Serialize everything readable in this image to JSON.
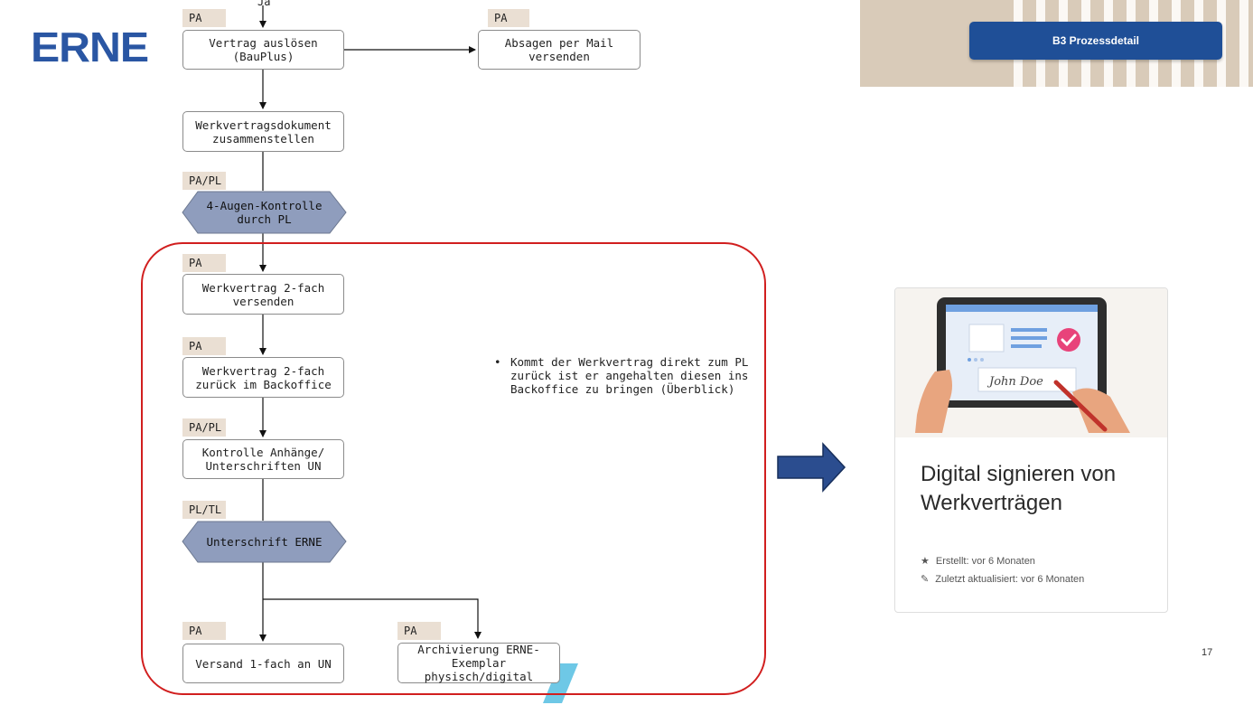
{
  "header": {
    "logo_text": "ERNE",
    "badge_label": "B3  Prozessdetail"
  },
  "flow": {
    "top_label": "Ja",
    "steps": {
      "vertrag": {
        "role": "PA",
        "label": "Vertrag auslösen\n(BauPlus)"
      },
      "absagen": {
        "role": "PA",
        "label": "Absagen per Mail\nversenden"
      },
      "werkdoc": {
        "label": "Werkvertragsdokument\nzusammenstellen"
      },
      "augen": {
        "role": "PA/PL",
        "label": "4-Augen-Kontrolle\ndurch PL"
      },
      "versenden2": {
        "role": "PA",
        "label": "Werkvertrag 2-fach\nversenden"
      },
      "zurueck": {
        "role": "PA",
        "label": "Werkvertrag 2-fach\nzurück im Backoffice"
      },
      "kontrolle": {
        "role": "PA/PL",
        "label": "Kontrolle Anhänge/\nUnterschriften UN"
      },
      "unterschrift": {
        "role": "PL/TL",
        "label": "Unterschrift ERNE"
      },
      "versand": {
        "role": "PA",
        "label": "Versand 1-fach an UN"
      },
      "archiv": {
        "role": "PA",
        "label": "Archivierung ERNE-\nExemplar physisch/digital"
      }
    },
    "note": "Kommt der Werkvertrag direkt zum PL zurück ist er angehalten diesen ins Backoffice zu bringen (Überblick)"
  },
  "colors": {
    "brand": "#2a56a3",
    "tag_bg": "#eadfd3",
    "decision_fill": "#8f9dbd",
    "highlight_frame": "#d11f1f",
    "header_badge": "#1f4f97"
  },
  "card": {
    "title": "Digital signieren von Werkverträgen",
    "image_signature": "John Doe",
    "created_label": "Erstellt: vor 6 Monaten",
    "updated_label": "Zuletzt aktualisiert: vor 6 Monaten",
    "created_icon": "star-icon",
    "updated_icon": "pencil-icon"
  },
  "page_number": "17"
}
